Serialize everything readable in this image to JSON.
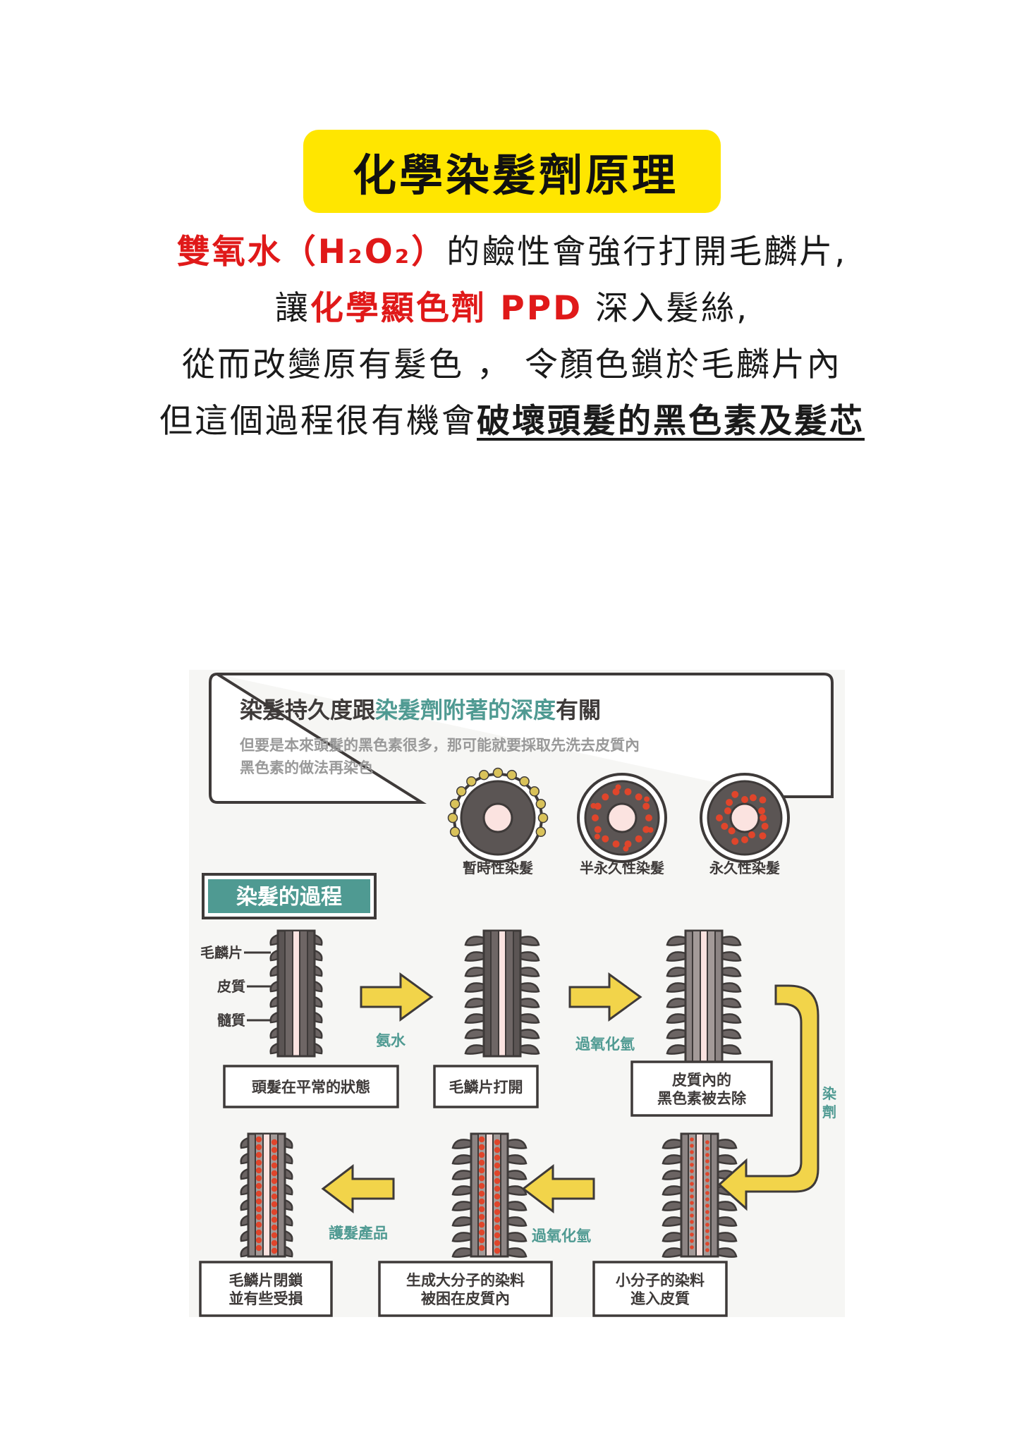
{
  "title": "化學染髮劑原理",
  "intro": {
    "line1_red": "雙氧水（H₂O₂）",
    "line1_rest": "的鹼性會強行打開毛麟片,",
    "line2_pre": "讓",
    "line2_red": "化學顯色劑 PPD",
    "line2_rest": " 深入髮絲,",
    "line3": "從而改變原有髮色 ， 令顏色鎖於毛麟片內",
    "line4_pre": "但這個過程很有機會",
    "line4_ul": "破壞頭髮的黑色素及髮芯"
  },
  "figure": {
    "heading_pre": "染髮持久度跟",
    "heading_accent": "染髮劑附著的深度",
    "heading_post": "有關",
    "sub1": "但要是本來頭髮的黑色素很多，那可能就要採取先洗去皮質內",
    "sub2": "黑色素的做法再染色",
    "circle_labels": [
      "暫時性染髮",
      "半永久性染髮",
      "永久性染髮"
    ],
    "process_title": "染髮的過程",
    "part_labels": [
      "毛麟片",
      "皮質",
      "髓質"
    ],
    "arrow_labels": [
      "氨水",
      "過氧化氫",
      "染劑",
      "過氧化氫",
      "護髮產品"
    ],
    "step_labels": [
      [
        "頭髮在平常的狀態"
      ],
      [
        "毛鱗片打開"
      ],
      [
        "皮質內的",
        "黑色素被去除"
      ],
      [
        "小分子的染料",
        "進入皮質"
      ],
      [
        "生成大分子的染料",
        "被困在皮質內"
      ],
      [
        "毛鱗片閉鎖",
        "並有些受損"
      ]
    ],
    "colors": {
      "teal": "#4f9a92",
      "yellow": "#f2d44a",
      "dark": "#3e3a39",
      "red": "#e0452b"
    }
  }
}
